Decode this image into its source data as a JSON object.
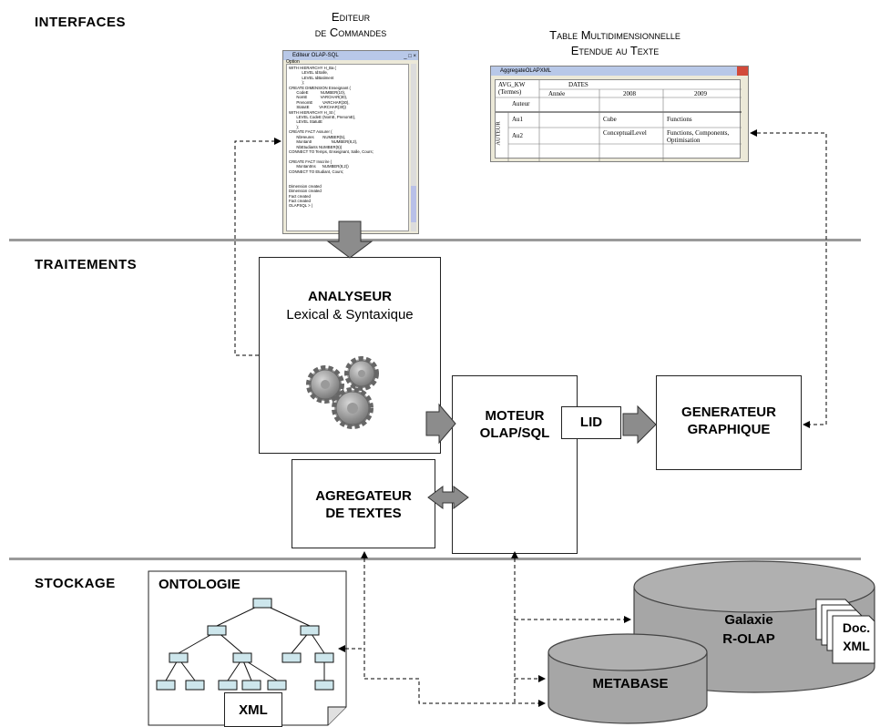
{
  "sections": {
    "interfaces": "INTERFACES",
    "traitements": "TRAITEMENTS",
    "stockage": "STOCKAGE"
  },
  "editor": {
    "title_line1": "Editeur",
    "title_line2": "de Commandes",
    "window_title": "Editeur OLAP-SQL",
    "menu": "Option",
    "code": "WITH HIERARCHY H_Ba (\n            LEVEL IdSalle,\n            LEVEL IdBatiment\n            );\nCREATE DIMENSION Enseignant (\n       CodeE           NUMBER(10),\n       NomE            VARCHAR(30),\n       PrenomE         VARCHAR(30),\n       StatutE         VARCHAR(30))\nWITH HIERARCHY H_St (\n       LEVEL CodeE (NomE, PrenomE),\n       LEVEL StatutE\n       );\nCREATE FACT Assurer (\n       NbHeures        NUMBER(5),\n       MontantI                  NUMBER(8,2),\n       NbEtudiants NUMBER(5))\nCONNECT TO Temps, Enseignant, Salle, Cours;\n\nCREATE FACT Inscrire (\n       MontantIns      NUMBER(8,2))\nCONNECT TO Etudiant, Cours;\n\n\nDimension created\nDimension created\nFact created\nFact created\nOLAPSQL > |"
  },
  "table_view": {
    "title_line1": "Table Multidimensionnelle",
    "title_line2": "Etendue au Texte",
    "window_title": "AggregateOLAPXML",
    "header_measure": "AVG_KW",
    "header_measure2": "(Termes)",
    "header_dates": "DATES",
    "col_annee": "Année",
    "col_2008": "2008",
    "col_2009": "2009",
    "dim_auteur": "AUTEUR",
    "row_auteur": "Auteur",
    "row_au1": "Au1",
    "row_au2": "Au2",
    "cell_au1_2008": "Cube",
    "cell_au1_2009": "Functions",
    "cell_au2_2008": "ConceptualLevel",
    "cell_au2_2009": "Functions, Components, Optimisation"
  },
  "analyseur": {
    "title": "ANALYSEUR",
    "subtitle": "Lexical & Syntaxique"
  },
  "moteur": {
    "line1": "MOTEUR",
    "line2": "OLAP/SQL"
  },
  "lid": "LID",
  "generateur": {
    "line1": "GENERATEUR",
    "line2": "GRAPHIQUE"
  },
  "agregateur": {
    "line1": "AGREGATEUR",
    "line2": "DE TEXTES"
  },
  "ontologie": {
    "title": "ONTOLOGIE",
    "tag": "XML"
  },
  "galaxie": {
    "line1": "Galaxie",
    "line2": "R-OLAP"
  },
  "docs": {
    "line1": "Doc.",
    "line2": "XML"
  },
  "metabase": "METABASE",
  "colors": {
    "separator": "#9a9a9a",
    "arrow_fill": "#8c8c8c",
    "cylinder": "#a6a6a6",
    "tree_node": "#cde6ec"
  }
}
